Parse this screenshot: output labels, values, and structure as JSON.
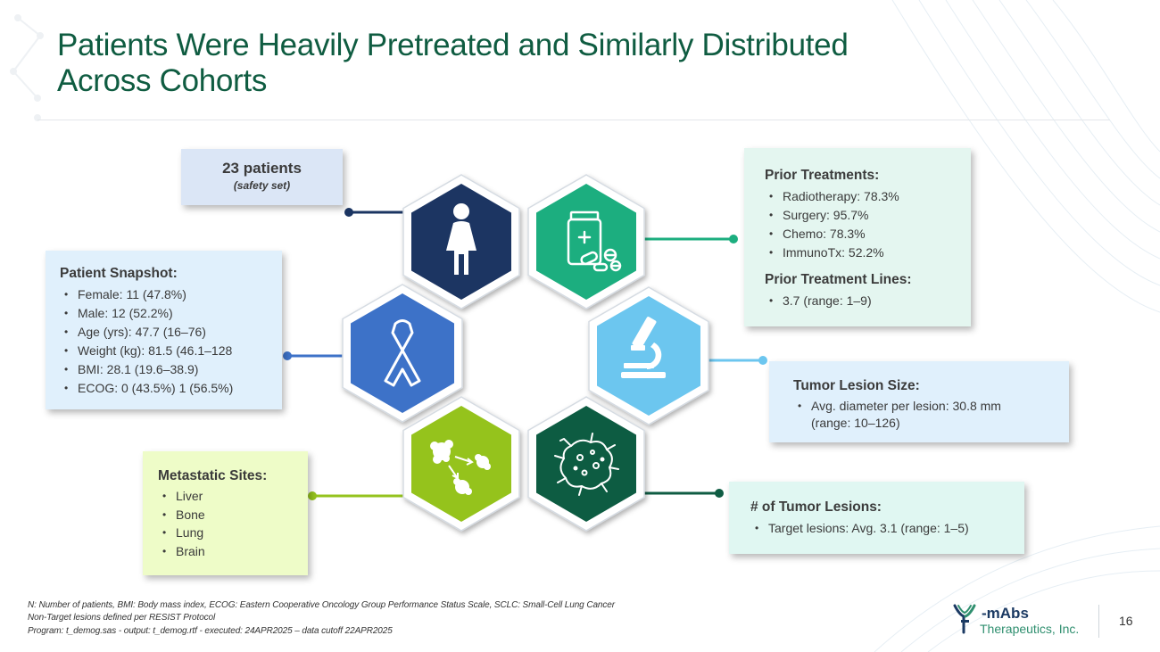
{
  "slide": {
    "title_line1": "Patients Were Heavily Pretreated and Similarly Distributed",
    "title_line2": "Across Cohorts",
    "page_number": "16"
  },
  "patients_box": {
    "count": "23 patients",
    "subtitle": "(safety set)"
  },
  "patient_snapshot": {
    "heading": "Patient Snapshot:",
    "items": [
      "Female: 11 (47.8%)",
      "Male: 12 (52.2%)",
      "Age (yrs): 47.7 (16–76)",
      "Weight (kg): 81.5 (46.1–128",
      "BMI: 28.1 (19.6–38.9)",
      "ECOG: 0 (43.5%) 1 (56.5%)"
    ]
  },
  "prior_treatments": {
    "heading": "Prior Treatments:",
    "items": [
      "Radiotherapy: 78.3%",
      "Surgery: 95.7%",
      "Chemo: 78.3%",
      "ImmunoTx: 52.2%"
    ],
    "lines_heading": "Prior Treatment Lines:",
    "lines_items": [
      "3.7 (range: 1–9)"
    ]
  },
  "tumor_lesion_size": {
    "heading": "Tumor Lesion Size:",
    "item_line1": "Avg. diameter per lesion: 30.8 mm",
    "item_line2": "(range: 10–126)"
  },
  "metastatic_sites": {
    "heading": "Metastatic Sites:",
    "items": [
      "Liver",
      "Bone",
      "Lung",
      "Brain"
    ]
  },
  "tumor_lesions": {
    "heading": "# of Tumor Lesions:",
    "items": [
      "Target lesions: Avg. 3.1 (range: 1–5)"
    ]
  },
  "footnotes": {
    "line1": "N: Number of patients, BMI: Body mass index, ECOG: Eastern Cooperative Oncology Group Performance Status Scale, SCLC: Small-Cell Lung Cancer",
    "line2": "Non-Target lesions defined per RESIST Protocol",
    "line3": "Program: t_demog.sas - output: t_demog.rtf - executed: 24APR2025 – data cutoff 22APR2025"
  },
  "logo": {
    "name": "-mAbs",
    "sub": "Therapeutics, Inc."
  },
  "icons": {
    "top": "person-female-icon",
    "upper_right": "medicine-bottle-icon",
    "right": "microscope-icon",
    "lower_right": "tumor-cell-icon",
    "lower_left": "metastasis-cells-icon",
    "left": "awareness-ribbon-icon"
  },
  "colors": {
    "title": "#0f5c41",
    "hex_navy": "#1b3562",
    "hex_teal": "#1cae7f",
    "hex_light_blue": "#6cc6ef",
    "hex_dark_green": "#0f5c43",
    "hex_lime": "#95c31e",
    "hex_royal_blue": "#3d72c8"
  }
}
